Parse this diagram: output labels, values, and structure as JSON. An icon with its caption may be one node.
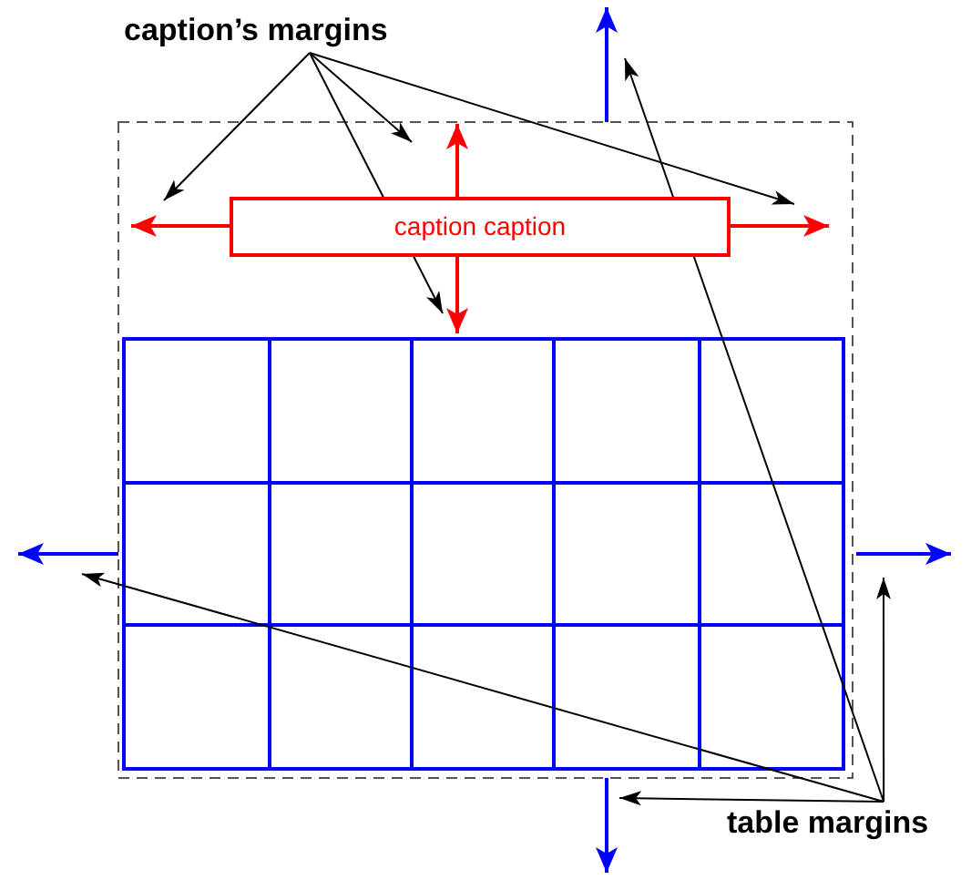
{
  "diagram": {
    "nodes": [
      {
        "text": [
          "caption’s margins"
        ]
      },
      {
        "text": [
          "caption caption"
        ]
      },
      {
        "text": [
          "table margins"
        ]
      }
    ],
    "edges": [
      {
        "from": 0,
        "to": null,
        "arrow": "to"
      },
      {
        "from": 0,
        "to": null,
        "arrow": "to"
      },
      {
        "from": 0,
        "to": null,
        "arrow": "to"
      },
      {
        "from": 0,
        "to": null,
        "arrow": "to"
      },
      {
        "from": 2,
        "to": null,
        "arrow": "to"
      },
      {
        "from": 2,
        "to": null,
        "arrow": "to"
      },
      {
        "from": 2,
        "to": null,
        "arrow": "to"
      },
      {
        "from": 2,
        "to": null,
        "arrow": "to"
      }
    ]
  }
}
